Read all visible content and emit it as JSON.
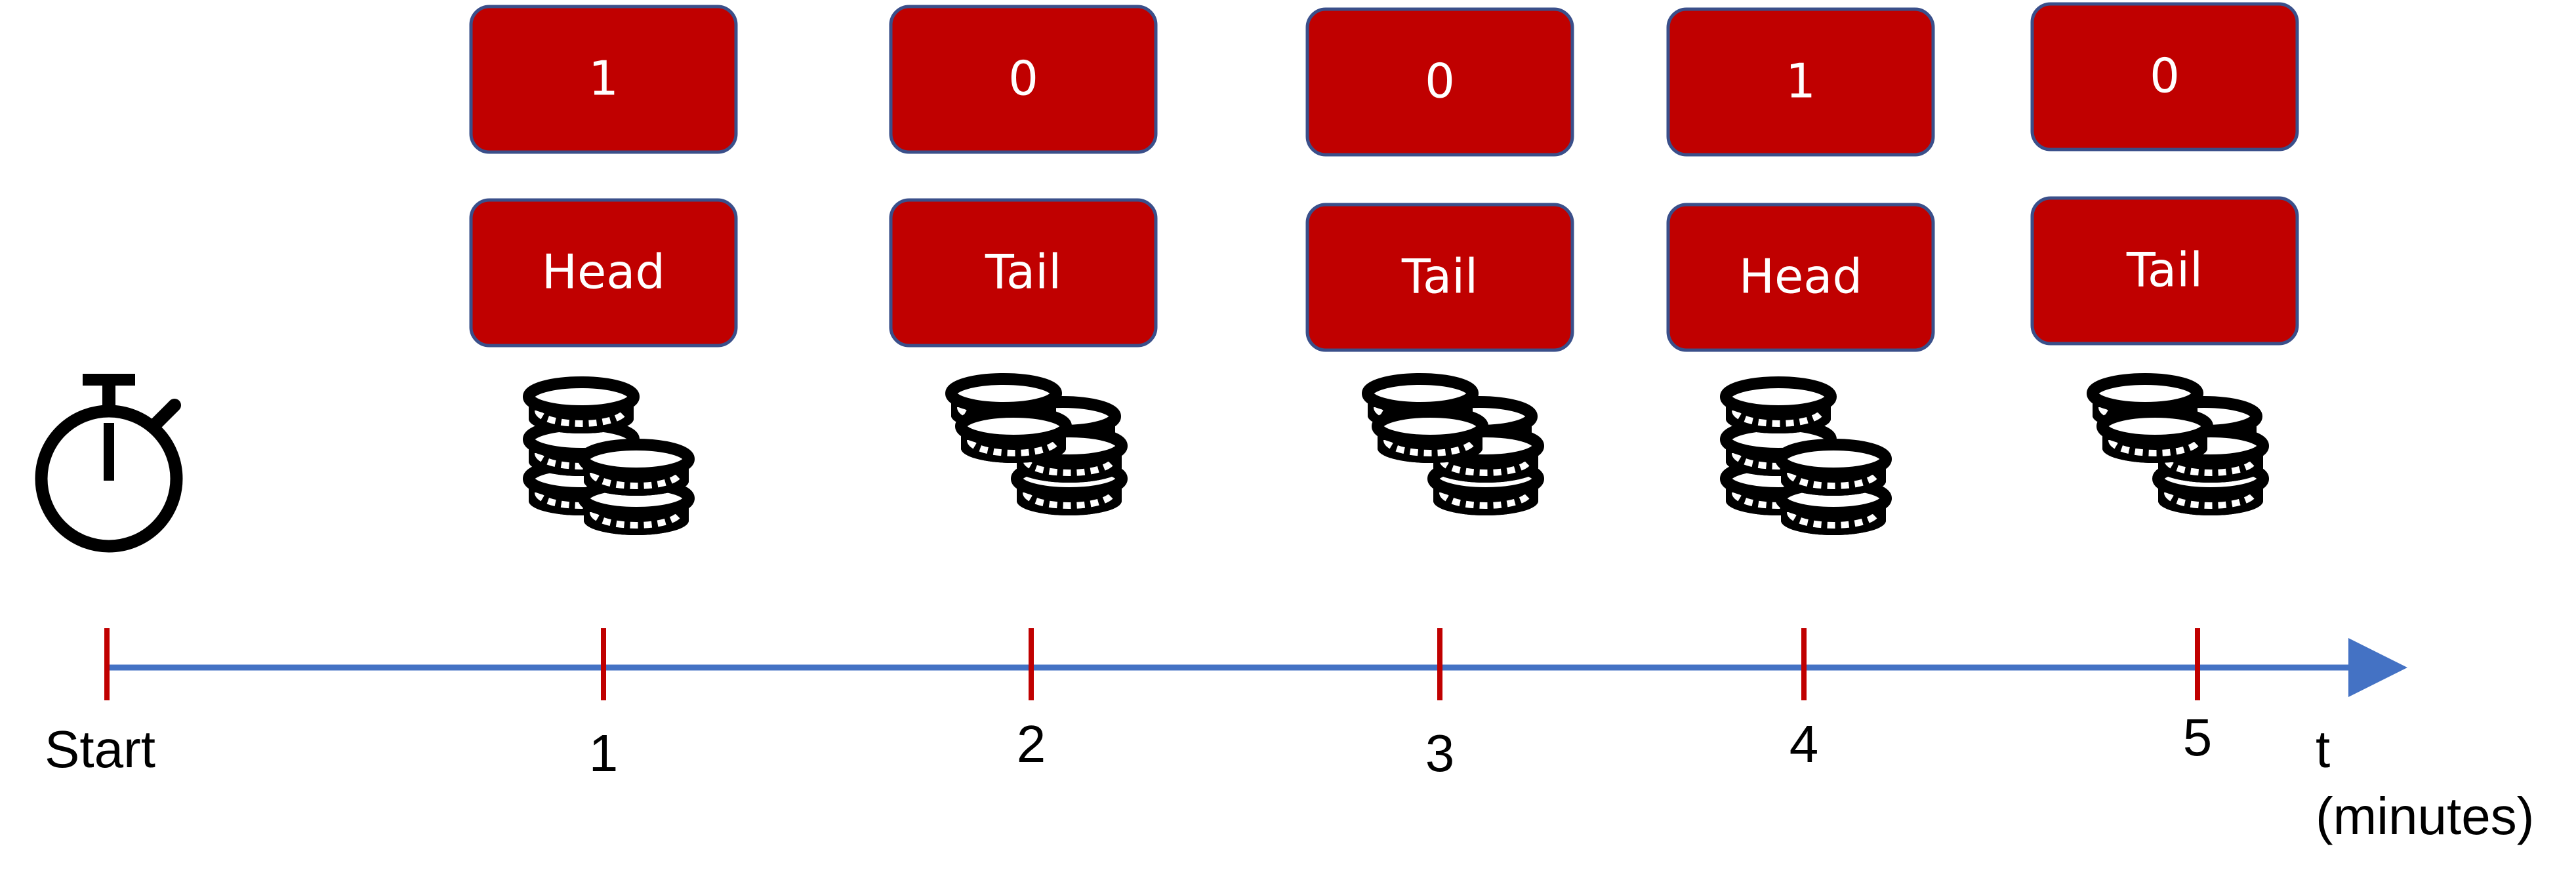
{
  "colors": {
    "box_fill": "#c00000",
    "box_stroke": "#3a4f8a",
    "box_text": "#ffffff",
    "axis": "#4472c4",
    "tick": "#c00000",
    "icon": "#000000"
  },
  "icons": {
    "start": "stopwatch-icon",
    "trials": "coins-stack-icon"
  },
  "timeline": {
    "start_label": "Start",
    "unit_label_line1": "t",
    "unit_label_line2": "(minutes)"
  },
  "trials": [
    {
      "minute": "1",
      "outcome": "Head",
      "value": "1"
    },
    {
      "minute": "2",
      "outcome": "Tail",
      "value": "0"
    },
    {
      "minute": "3",
      "outcome": "Tail",
      "value": "0"
    },
    {
      "minute": "4",
      "outcome": "Head",
      "value": "1"
    },
    {
      "minute": "5",
      "outcome": "Tail",
      "value": "0"
    }
  ]
}
